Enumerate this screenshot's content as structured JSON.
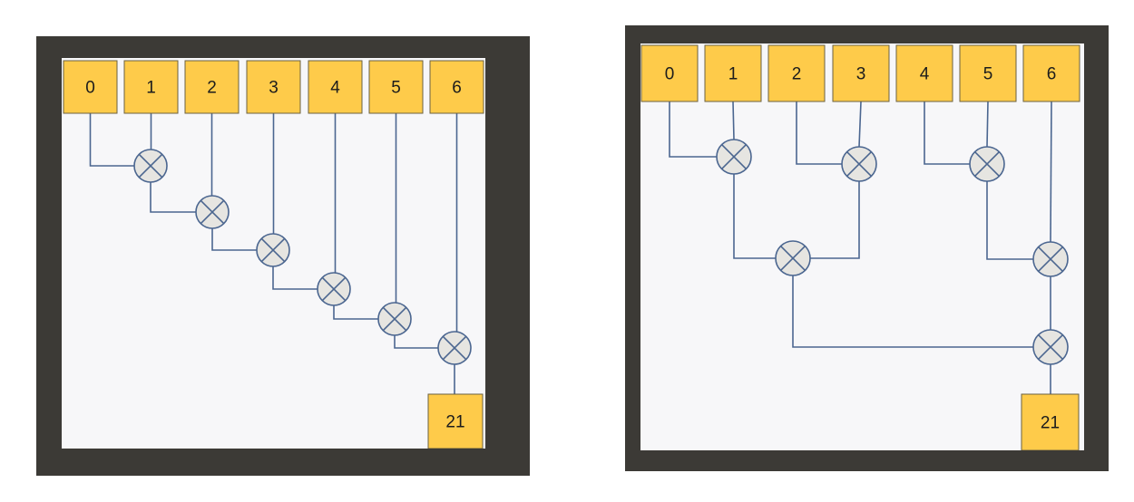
{
  "left_diagram": {
    "inputs": [
      "0",
      "1",
      "2",
      "3",
      "4",
      "5",
      "6"
    ],
    "output": "21"
  },
  "right_diagram": {
    "inputs": [
      "0",
      "1",
      "2",
      "3",
      "4",
      "5",
      "6"
    ],
    "output": "21"
  },
  "colors": {
    "frame": "#3c3a36",
    "panel": "#f7f7f9",
    "box_fill": "#fecb4a",
    "wire": "#4b6690",
    "operator_fill": "#e6e5e1"
  },
  "icons": {
    "operator": "circled-times-icon"
  }
}
